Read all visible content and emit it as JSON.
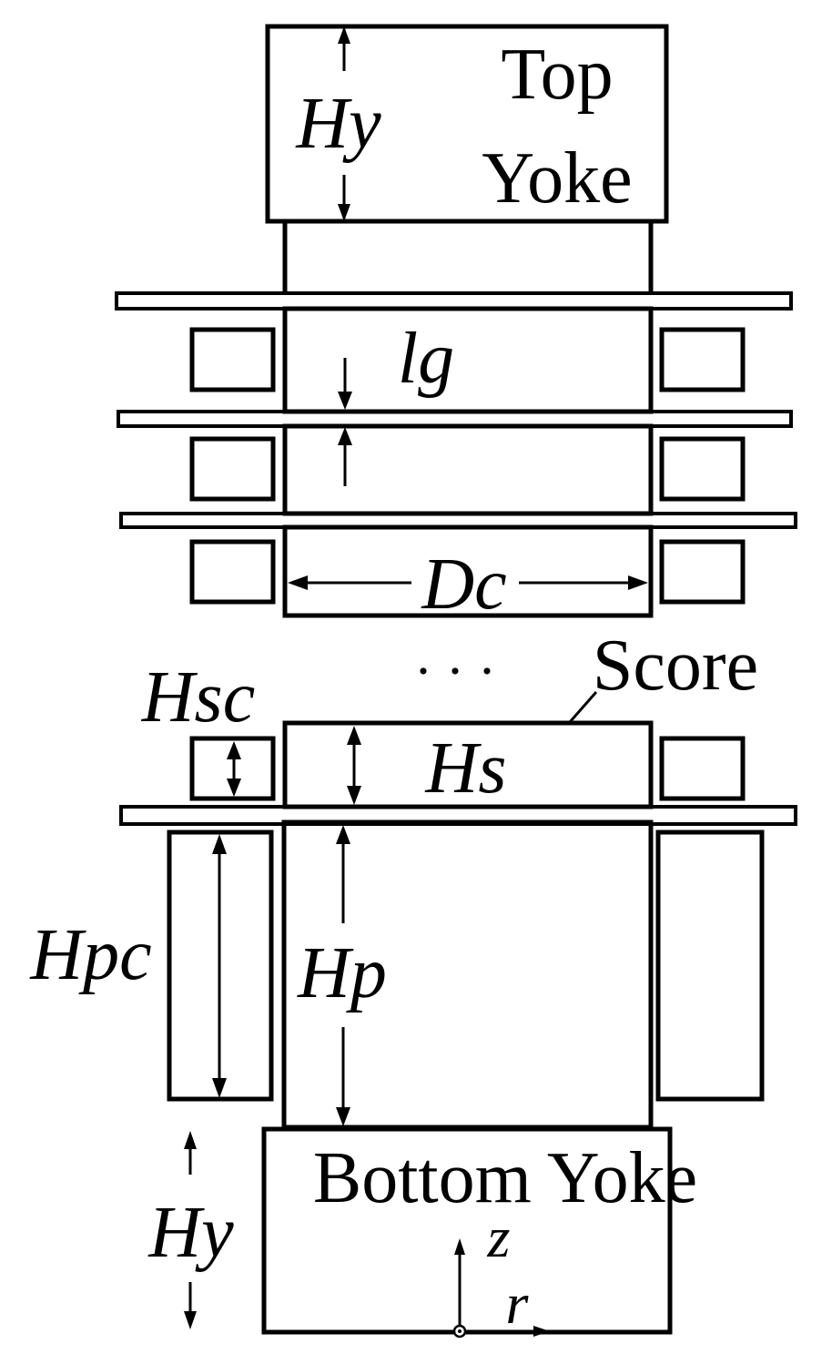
{
  "labels": {
    "top_yoke_line1": "Top",
    "top_yoke_line2": "Yoke",
    "bottom_yoke": "Bottom Yoke",
    "score": "Score",
    "ellipsis": "· · ·",
    "hy_top": "Hy",
    "hy_bottom": "Hy",
    "lg": "lg",
    "dc": "Dc",
    "hsc": "Hsc",
    "hs": "Hs",
    "hpc": "Hpc",
    "hp": "Hp",
    "z_axis": "z",
    "r_axis": "r"
  }
}
